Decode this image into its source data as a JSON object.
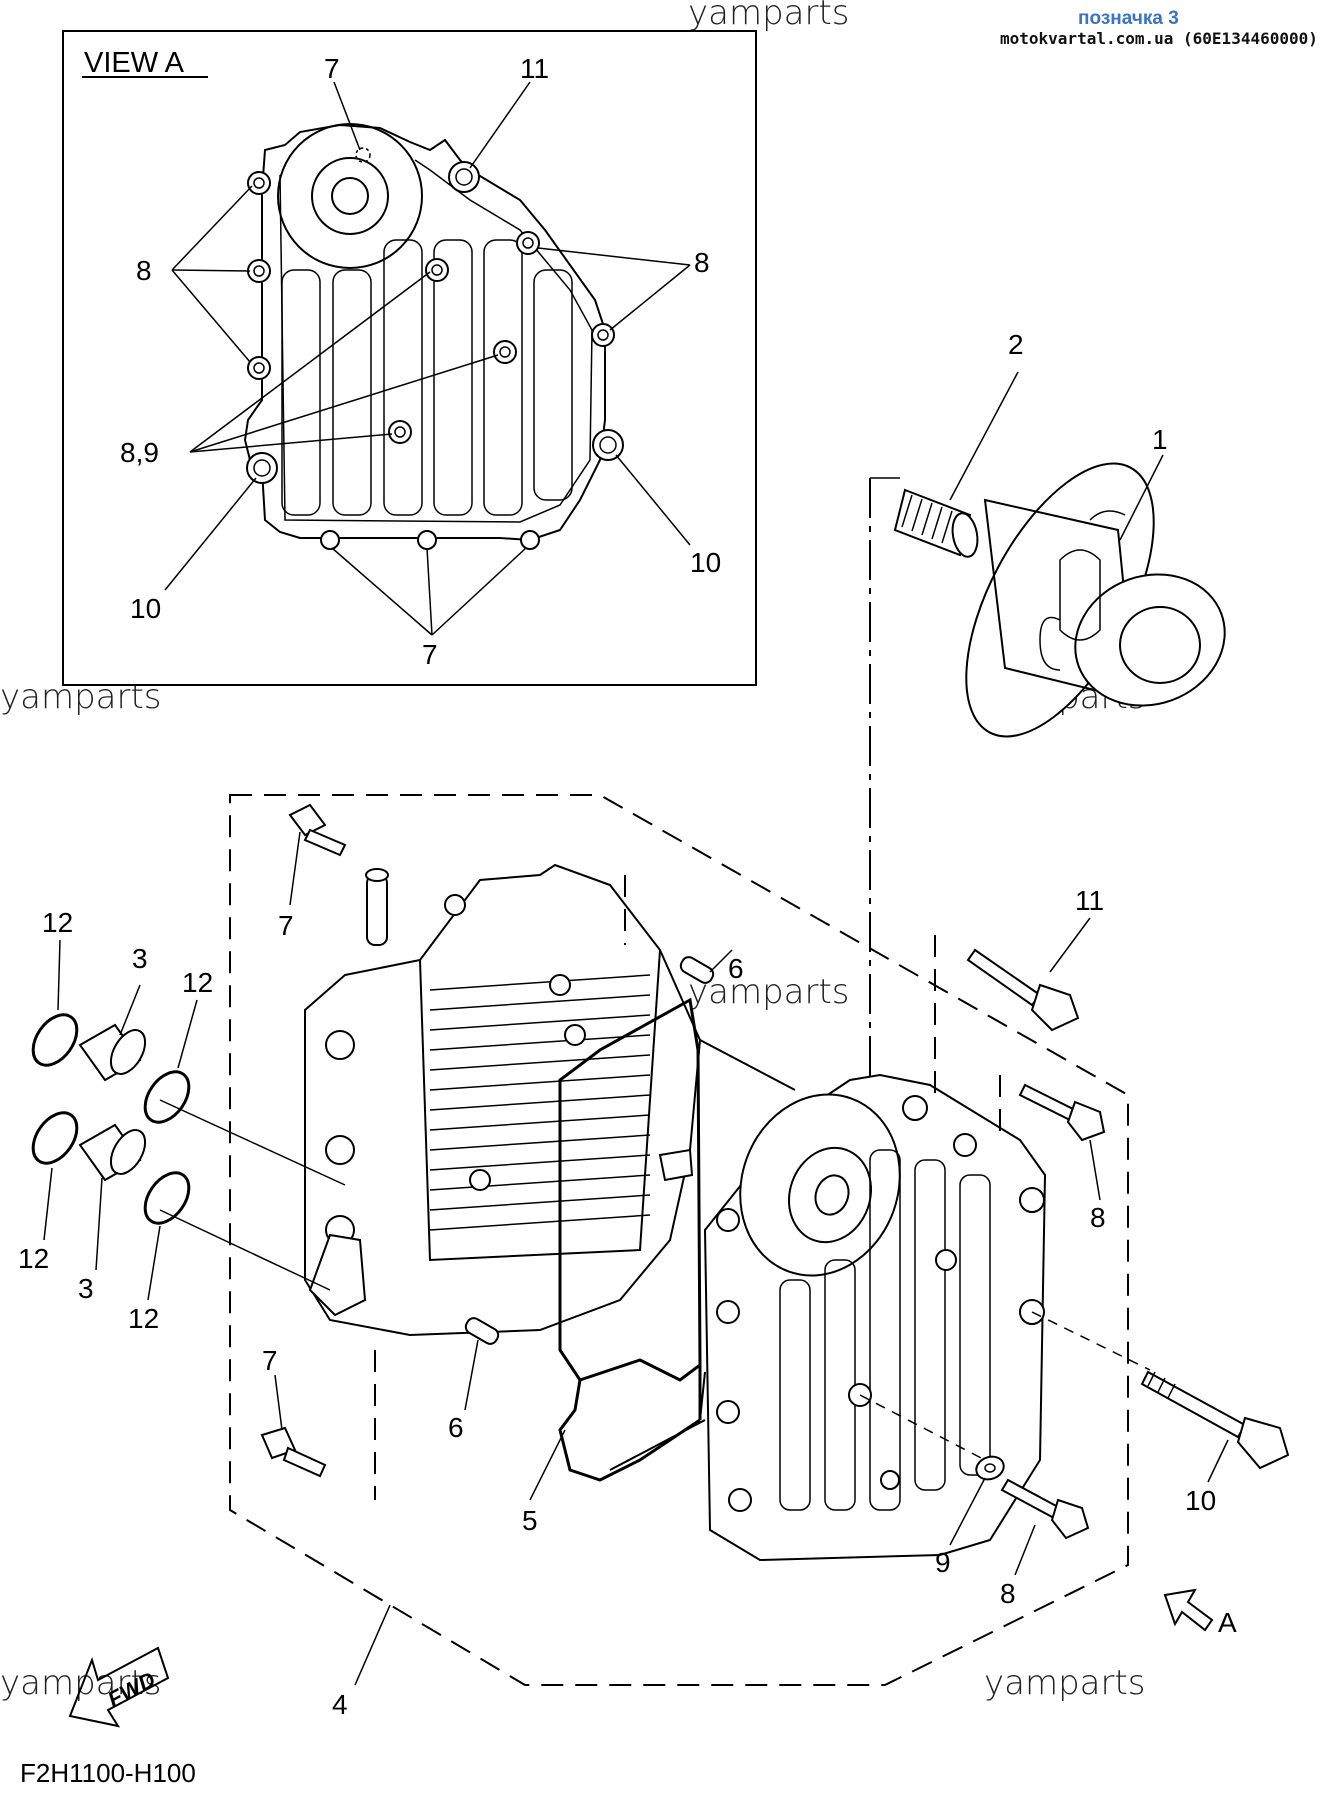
{
  "reference": {
    "label": "позначка 3",
    "site": "motokvartal.com.ua (60E134460000)"
  },
  "watermark": "yamparts",
  "view_a": {
    "title": "VIEW A",
    "callouts": [
      "7",
      "11",
      "8",
      "8",
      "8,9",
      "10",
      "10",
      "7"
    ]
  },
  "main_callouts": [
    "1",
    "2",
    "3",
    "3",
    "4",
    "5",
    "6",
    "6",
    "7",
    "7",
    "8",
    "8",
    "9",
    "10",
    "11",
    "12",
    "12",
    "12",
    "12"
  ],
  "view_arrow_label": "A",
  "fwd_label": "FWD",
  "diagram_code": "F2H1100-H100"
}
